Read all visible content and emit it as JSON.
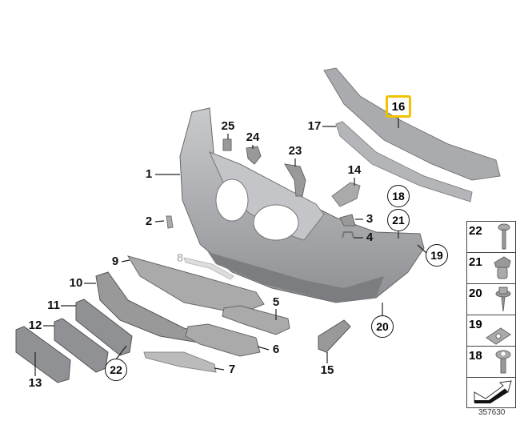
{
  "diagram": {
    "part_labels": {
      "p1": "1",
      "p2": "2",
      "p3": "3",
      "p4": "4",
      "p5": "5",
      "p6": "6",
      "p7": "7",
      "p8": "8",
      "p9": "9",
      "p10": "10",
      "p11": "11",
      "p12": "12",
      "p13": "13",
      "p14": "14",
      "p15": "15",
      "p16": "16",
      "p17": "17",
      "p23": "23",
      "p24": "24",
      "p25": "25"
    },
    "circled_labels": {
      "c18": "18",
      "c19": "19",
      "c20": "20",
      "c21": "21",
      "c22": "22"
    },
    "highlighted_part": "16",
    "highlight_color": "#f2c200",
    "legend": [
      {
        "number": "22",
        "icon": "screw-icon"
      },
      {
        "number": "21",
        "icon": "nut-insert-icon"
      },
      {
        "number": "20",
        "icon": "hex-screw-icon"
      },
      {
        "number": "19",
        "icon": "clip-nut-icon"
      },
      {
        "number": "18",
        "icon": "washer-screw-icon"
      },
      {
        "number": "",
        "icon": "arrow-direction-icon"
      }
    ],
    "figure_number": "357630"
  }
}
